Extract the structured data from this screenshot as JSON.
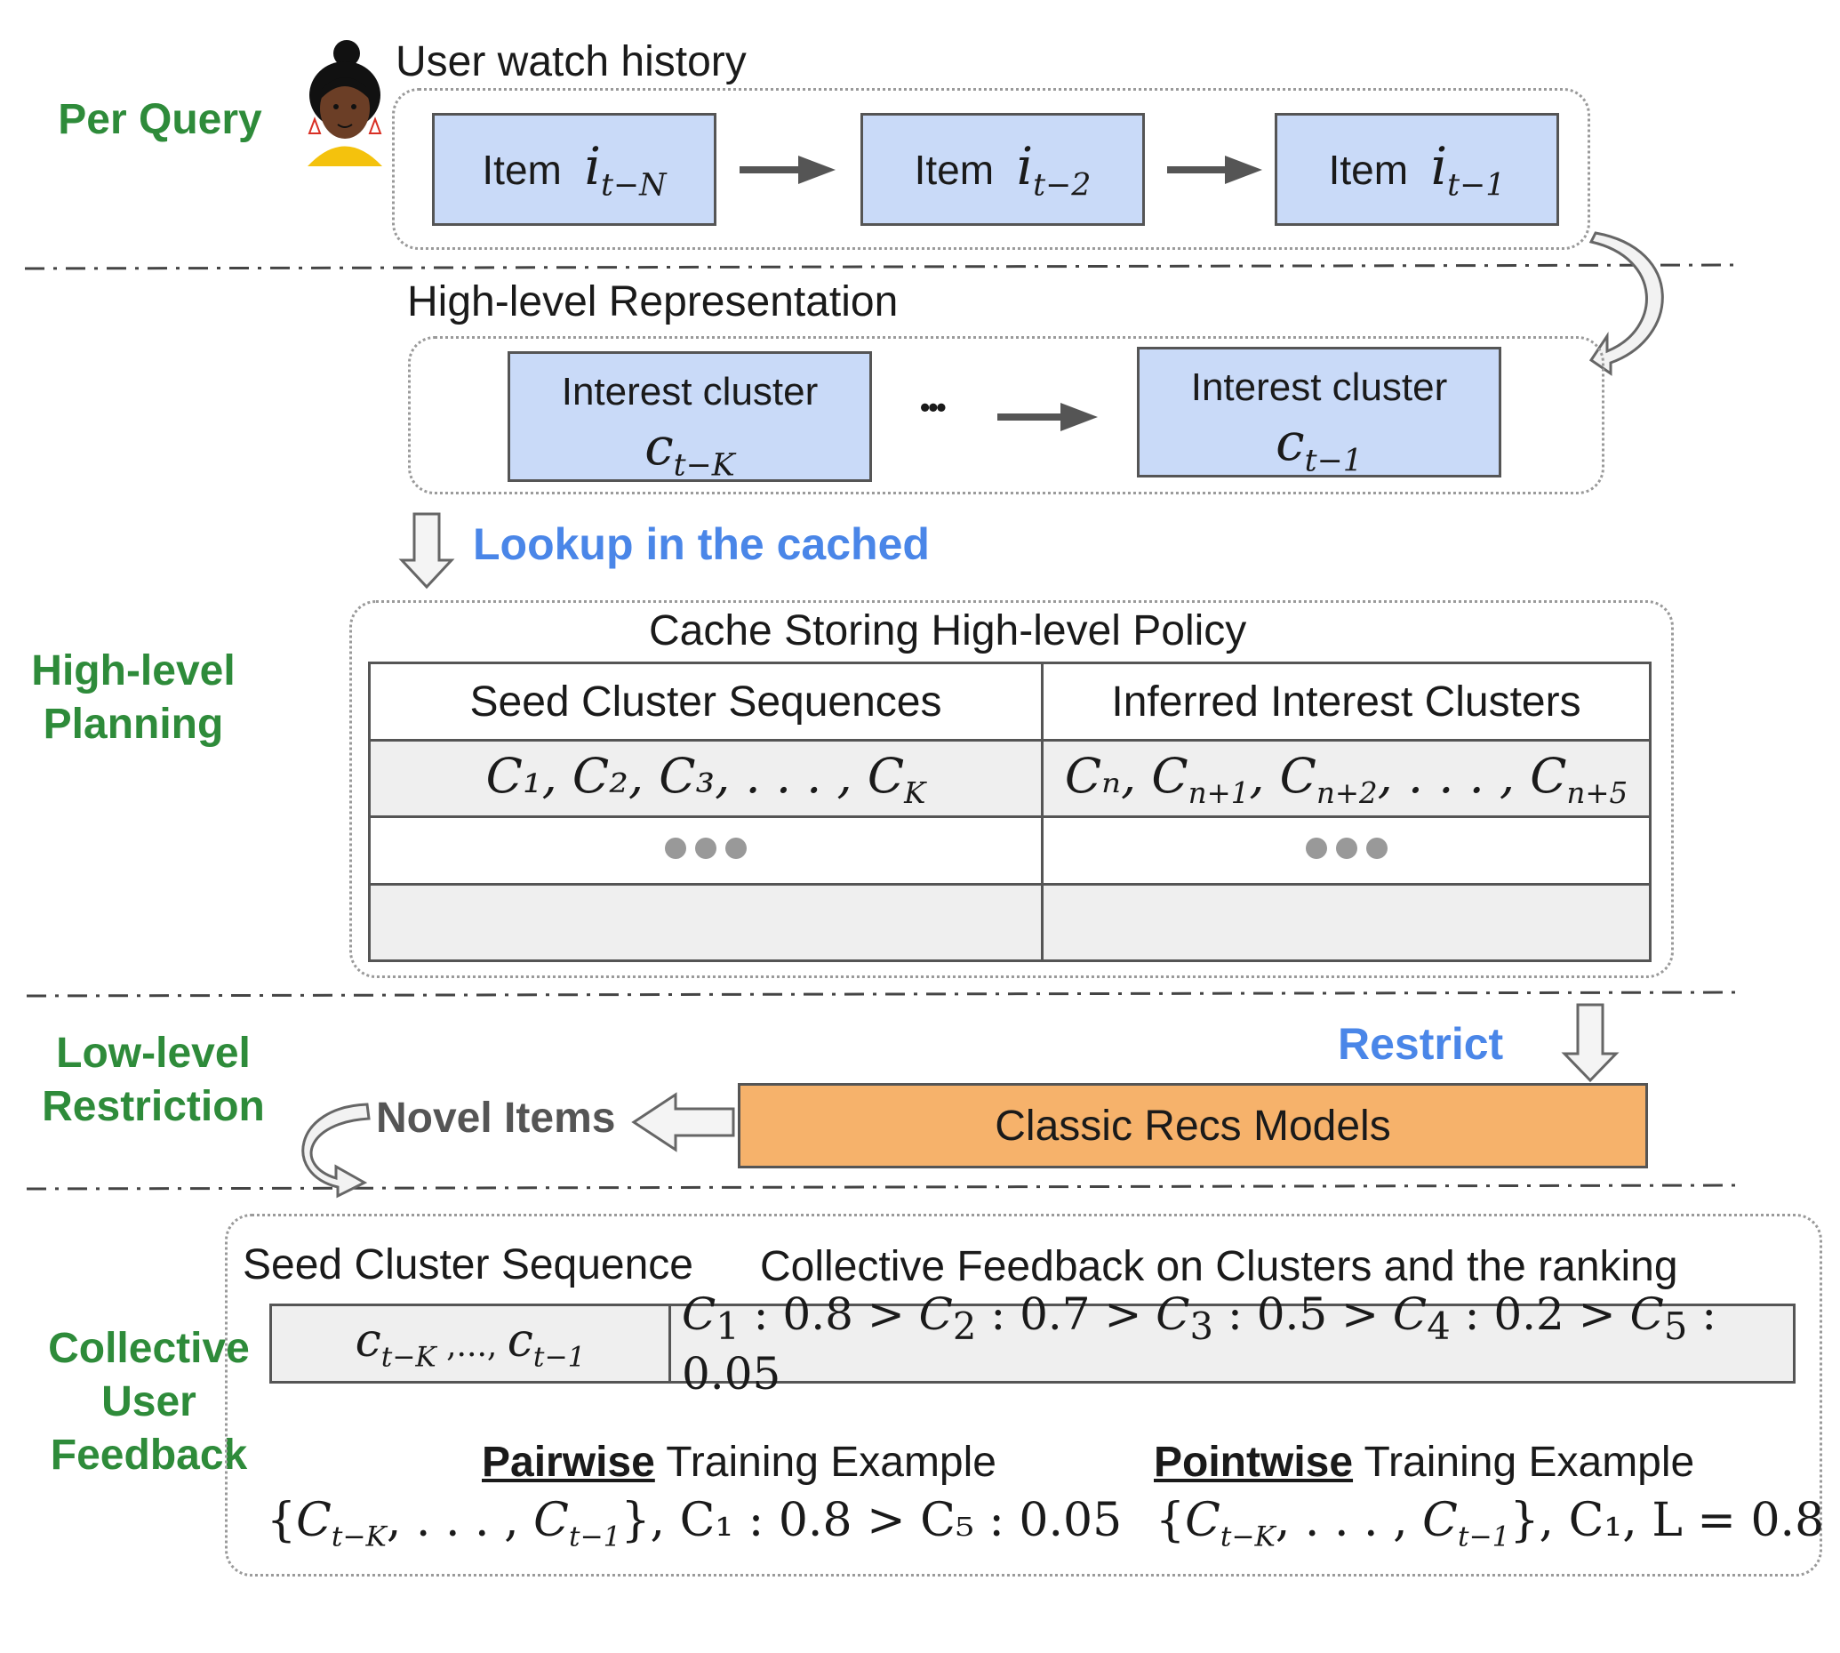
{
  "sections": {
    "per_query": "Per Query",
    "high_level_1": "High-level",
    "high_level_2": "Planning",
    "low_level_1": "Low-level",
    "low_level_2": "Restriction",
    "collective_1": "Collective",
    "collective_2": "User",
    "collective_3": "Feedback"
  },
  "history": {
    "title": "User watch history",
    "item_word": "Item",
    "items": [
      {
        "sym": "i",
        "sub": "t−N"
      },
      {
        "sym": "i",
        "sub": "t−2"
      },
      {
        "sym": "i",
        "sub": "t−1"
      }
    ]
  },
  "representation": {
    "title": "High-level Representation",
    "cluster_word": "Interest cluster",
    "clusters": [
      {
        "sym": "c",
        "sub": "t−K"
      },
      {
        "sym": "c",
        "sub": "t−1"
      }
    ],
    "ellipsis": "•••"
  },
  "lookup_label": "Lookup in the cached",
  "cache": {
    "title": "Cache Storing High-level Policy",
    "headers": [
      "Seed Cluster Sequences",
      "Inferred Interest Clusters"
    ],
    "row1_left": "C₁, C₂, C₃, . . . , C",
    "row1_left_sub": "K",
    "row1_right": "Cₙ, C",
    "row1_right_subs": [
      "n+1",
      "n+2",
      "n+5"
    ]
  },
  "restrict_label": "Restrict",
  "classic_models": "Classic Recs Models",
  "novel_items": "Novel Items",
  "feedback": {
    "seed_title": "Seed Cluster Sequence",
    "collective_title": "Collective Feedback on Clusters and the ranking",
    "seed_seq": "c",
    "seed_seq_mid": " ,..., ",
    "ranking": [
      {
        "c": "1",
        "v": "0.8"
      },
      {
        "c": "2",
        "v": "0.7"
      },
      {
        "c": "3",
        "v": "0.5"
      },
      {
        "c": "4",
        "v": "0.2"
      },
      {
        "c": "5",
        "v": "0.05"
      }
    ],
    "pairwise_bold": "Pairwise",
    "pairwise_rest": " Training Example",
    "pointwise_bold": "Pointwise",
    "pointwise_rest": " Training Example",
    "pairwise_formula_tail": "C₁ : 0.8 > C₅ : 0.05",
    "pointwise_formula_tail": "C₁, L = 0.8"
  }
}
